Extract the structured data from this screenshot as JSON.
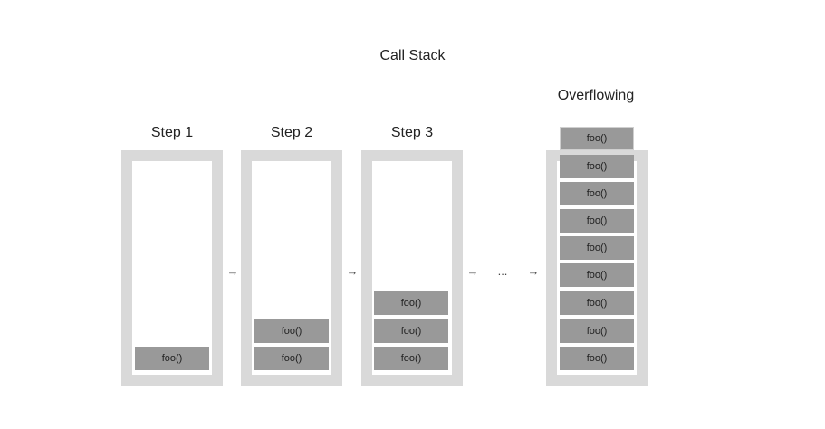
{
  "diagram": {
    "title": "Call Stack",
    "steps": [
      {
        "label": "Step 1",
        "frames": [
          "foo()"
        ]
      },
      {
        "label": "Step 2",
        "frames": [
          "foo()",
          "foo()"
        ]
      },
      {
        "label": "Step 3",
        "frames": [
          "foo()",
          "foo()",
          "foo()"
        ]
      }
    ],
    "overflow": {
      "label": "Overflowing",
      "frames": [
        "foo()",
        "foo()",
        "foo()",
        "foo()",
        "foo()",
        "foo()",
        "foo()",
        "foo()",
        "foo()"
      ]
    },
    "arrow_glyph": "→",
    "ellipsis": "...",
    "colors": {
      "container": "#d9d9d9",
      "frame": "#999999"
    }
  }
}
